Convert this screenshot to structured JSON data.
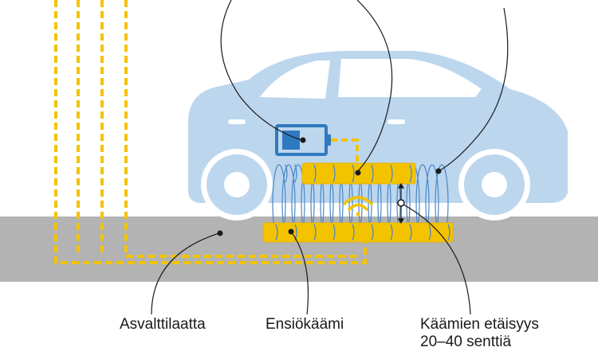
{
  "labels": {
    "asphalt_slab": "Asvalttilaatta",
    "primary_coil": "Ensiökäämi",
    "coil_distance_line1": "Käämien etäisyys",
    "coil_distance_line2": "20–40 senttiä"
  },
  "colors": {
    "car": "#bcd6ee",
    "car_shadow": "#a9c8e6",
    "window": "#ffffff",
    "road": "#b3b3b3",
    "coil": "#f3c300",
    "coil_outline": "#e6b400",
    "wire": "#f3c300",
    "winding": "#4a86c8",
    "battery": "#2f79c0",
    "leader": "#1a1a1a"
  },
  "icons": {
    "battery": "battery-icon",
    "wireless": "wireless-signal-icon",
    "distance": "vertical-distance-arrow-icon"
  }
}
